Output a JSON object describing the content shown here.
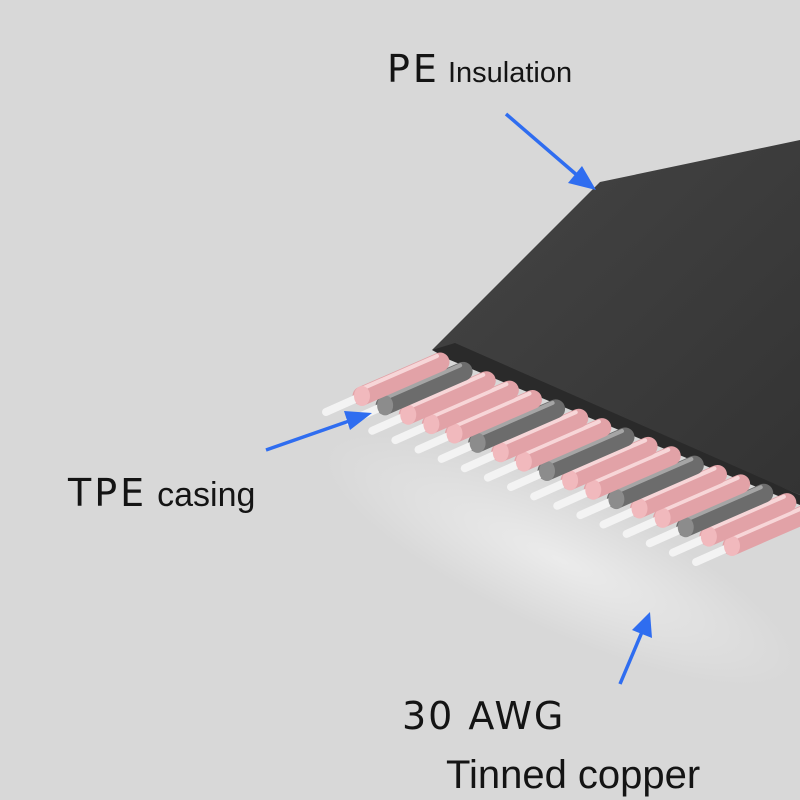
{
  "labels": {
    "pe_abbr": "PE",
    "pe_word": "Insulation",
    "tpe_abbr": "TPE",
    "tpe_word": "casing",
    "gauge": "30 AWG",
    "conductor": "Tinned copper"
  },
  "colors": {
    "background": "#d8d8d8",
    "jacket": "#3a3a3a",
    "arrow": "#2f6df0",
    "wire_pink": "#e7a9ad",
    "wire_gray": "#6f6f6f",
    "conductor": "#f4f4f4",
    "text": "#141414"
  },
  "wires": [
    "pink",
    "gray",
    "pink",
    "pink",
    "pink",
    "gray",
    "pink",
    "pink",
    "gray",
    "pink",
    "pink",
    "gray",
    "pink",
    "pink",
    "gray",
    "pink",
    "pink"
  ],
  "icons": [
    "arrow-icon",
    "arrow-icon",
    "arrow-icon"
  ]
}
